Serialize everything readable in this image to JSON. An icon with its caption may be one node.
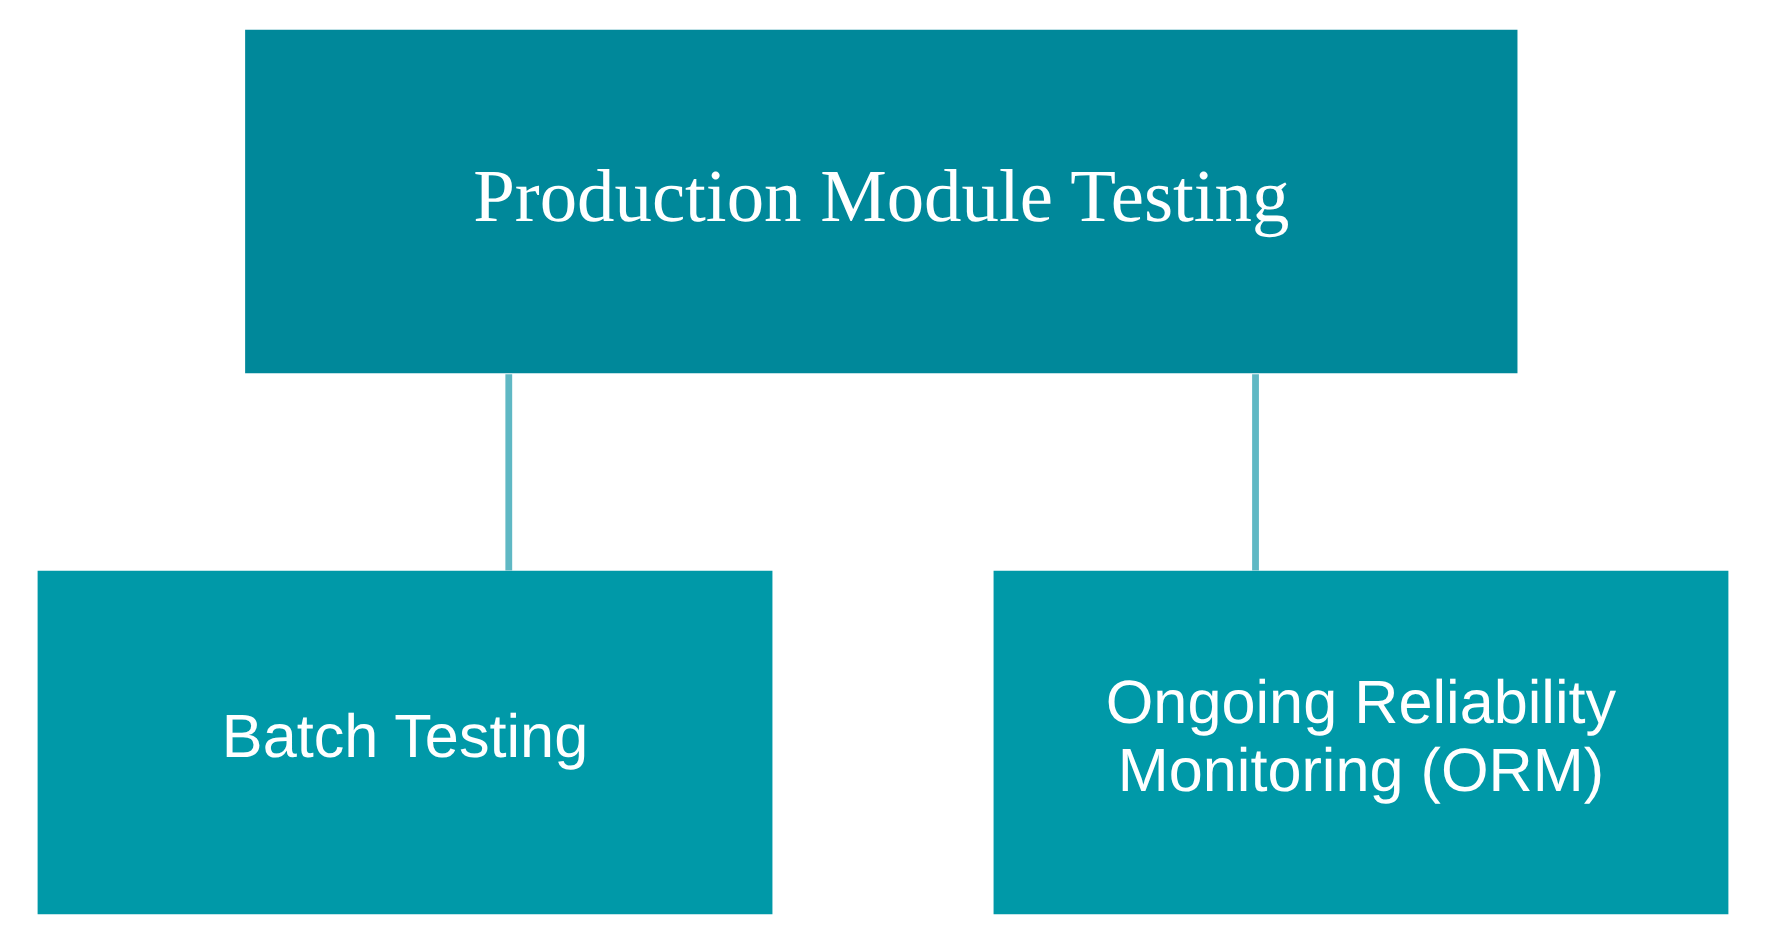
{
  "diagram": {
    "nodes": [
      {
        "text": [
          "Production Module Testing"
        ]
      },
      {
        "text": [
          "Batch Testing"
        ]
      },
      {
        "text": [
          "Ongoing Reliability Monitoring (ORM)"
        ]
      }
    ],
    "edges": [
      {
        "from": 0,
        "to": 1,
        "arrow": "none"
      },
      {
        "from": 0,
        "to": 2,
        "arrow": "none"
      }
    ]
  }
}
